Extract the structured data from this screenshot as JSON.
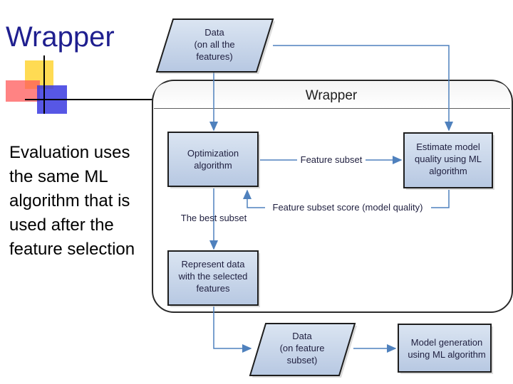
{
  "slide": {
    "title": "Wrapper",
    "body": "Evaluation uses the same ML algorithm that is used after the feature selection"
  },
  "diagram": {
    "wrapper_title": "Wrapper",
    "data_all": [
      "Data",
      "(on all the",
      "features)"
    ],
    "optimization": [
      "Optimization",
      "algorithm"
    ],
    "estimate": [
      "Estimate model",
      "quality using ML",
      "algorithm"
    ],
    "represent": [
      "Represent data",
      "with the selected",
      "features"
    ],
    "data_subset": [
      "Data",
      "(on feature",
      "subset)"
    ],
    "model_gen": [
      "Model generation",
      "using ML algorithm"
    ],
    "edge_feature_subset": "Feature subset",
    "edge_score": "Feature subset score (model quality)",
    "edge_best_subset": "The best subset"
  },
  "colors": {
    "box_fill": "#c6d4e8",
    "box_border": "#1e1e1e",
    "arrow": "#4f81bd",
    "title": "#1f1f8f"
  }
}
